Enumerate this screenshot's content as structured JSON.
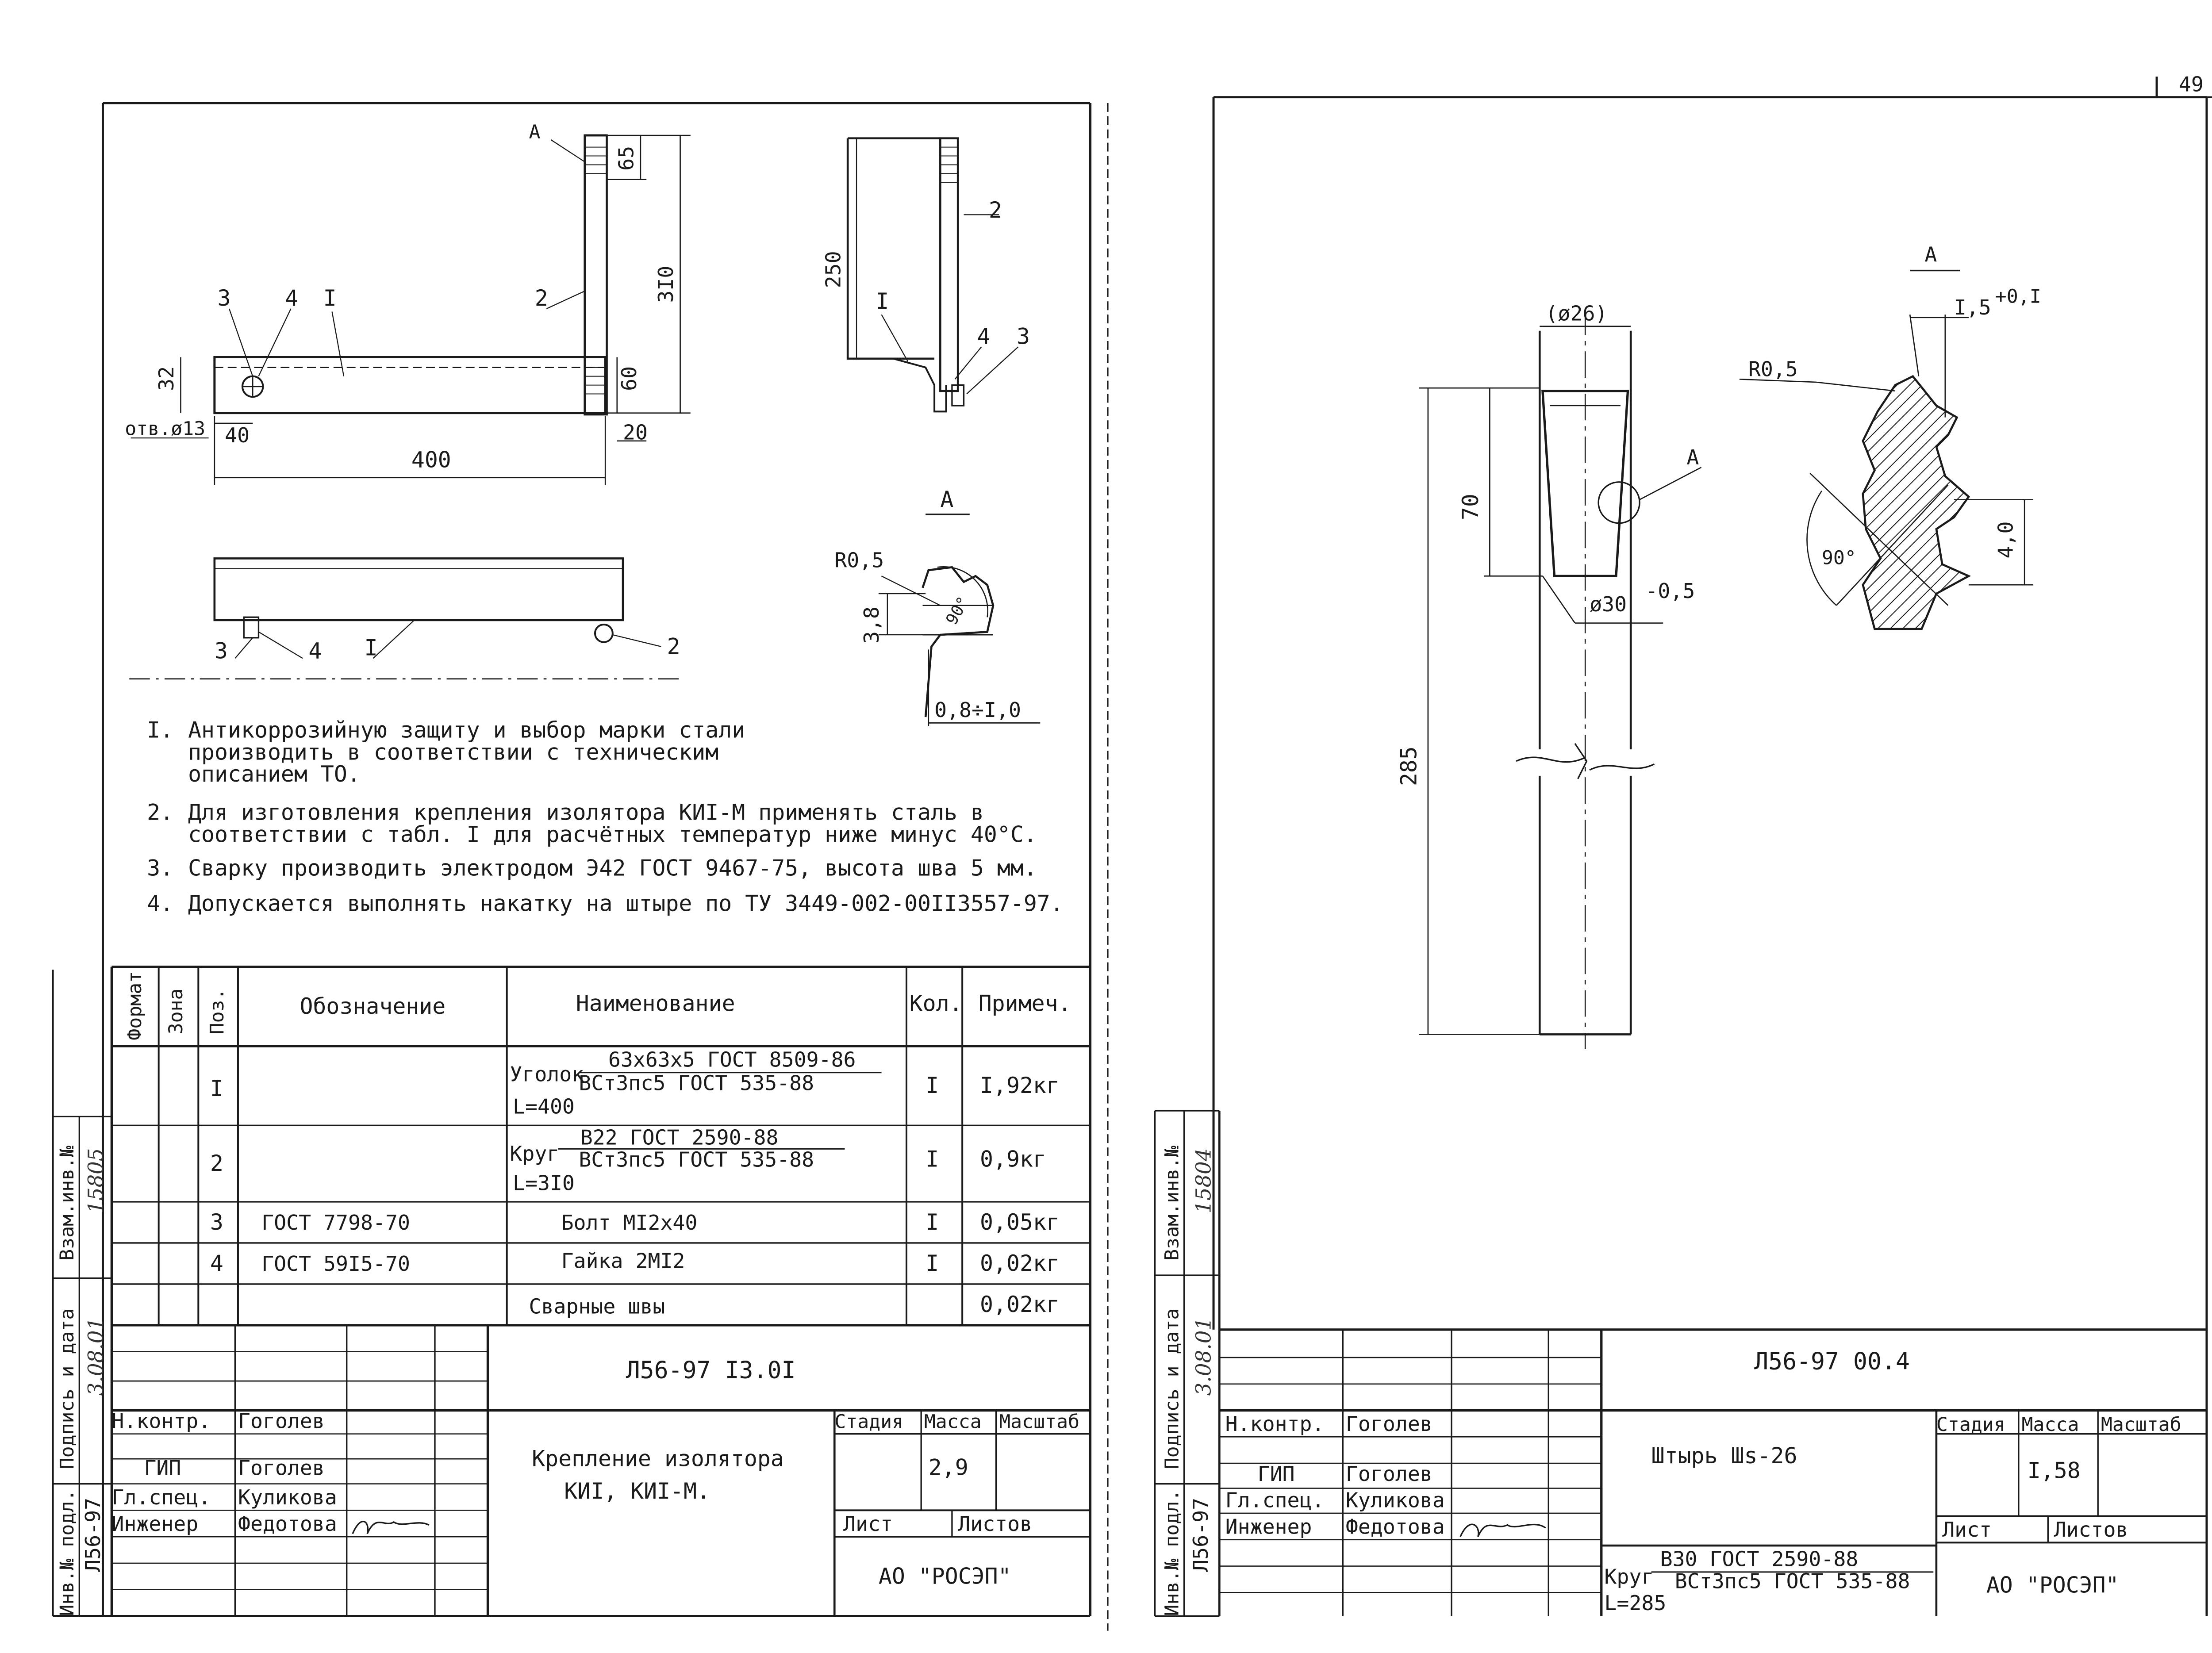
{
  "page_number": "49",
  "left_sheet": {
    "drawing": {
      "callouts": {
        "p3": "3",
        "p4": "4",
        "p1": "I",
        "p2": "2",
        "view_a": "A"
      },
      "dims": {
        "d32": "32",
        "d40": "40",
        "d400": "400",
        "d20": "20",
        "d60": "60",
        "d310": "3I0",
        "d65": "65",
        "d250": "250",
        "hole": "отв.ø13",
        "r05": "R0,5",
        "d38": "3,8",
        "ang": "90°",
        "gap": "0,8÷I,0"
      },
      "side_view": {
        "p1": "I",
        "p2": "2",
        "p3": "3",
        "p4": "4"
      },
      "bottom_view": {
        "p1": "I",
        "p2": "2",
        "p3": "3",
        "p4": "4"
      }
    },
    "notes": [
      [
        "I.",
        "Антикоррозийную защиту и выбор марки стали",
        "производить в соответствии с техническим",
        "описанием ТО."
      ],
      [
        "2.",
        "Для изготовления крепления изолятора КИI-М применять сталь в",
        "соответствии с табл. I для расчётных температур ниже минус 40°С."
      ],
      [
        "3.",
        "Сварку производить электродом Э42 ГОСТ 9467-75, высота шва 5 мм."
      ],
      [
        "4.",
        "Допускается выполнять накатку на штыре по ТУ 3449-002-00II3557-97."
      ]
    ],
    "spec_table": {
      "headers": {
        "format": "Формат",
        "zone": "Зона",
        "pos": "Поз.",
        "designation": "Обозначение",
        "name": "Наименование",
        "qty": "Кол.",
        "note": "Примеч."
      },
      "rows": [
        {
          "pos": "I",
          "designation": "",
          "name_prefix": "Уголок",
          "name_top": "63х63х5 ГОСТ 8509-86",
          "name_bottom": "ВСт3пс5 ГОСТ 535-88",
          "name_len": "L=400",
          "qty": "I",
          "note": "I,92кг"
        },
        {
          "pos": "2",
          "designation": "",
          "name_prefix": "Круг",
          "name_top": "В22 ГОСТ 2590-88",
          "name_bottom": "ВСт3пс5 ГОСТ 535-88",
          "name_len": "L=3I0",
          "qty": "I",
          "note": "0,9кг"
        },
        {
          "pos": "3",
          "designation": "ГОСТ 7798-70",
          "name_prefix": "Болт МI2х40",
          "name_top": "",
          "name_bottom": "",
          "name_len": "",
          "qty": "I",
          "note": "0,05кг"
        },
        {
          "pos": "4",
          "designation": "ГОСТ 59I5-70",
          "name_prefix": "Гайка 2МI2",
          "name_top": "",
          "name_bottom": "",
          "name_len": "",
          "qty": "I",
          "note": "0,02кг"
        },
        {
          "pos": "",
          "designation": "",
          "name_prefix": "Сварные швы",
          "name_top": "",
          "name_bottom": "",
          "name_len": "",
          "qty": "",
          "note": "0,02кг"
        }
      ]
    },
    "title_block": {
      "doc_code": "Л56-97 I3.0I",
      "title_l1": "Крепление изолятора",
      "title_l2": "КИI, КИI-М.",
      "stage_label": "Стадия",
      "mass_label": "Масса",
      "scale_label": "Масштаб",
      "mass": "2,9",
      "sheet_label": "Лист",
      "sheets_label": "Листов",
      "org": "АО \"РОСЭП\"",
      "roles": [
        {
          "role": "Н.контр.",
          "name": "Гоголев"
        },
        {
          "role": "ГИП",
          "name": "Гоголев"
        },
        {
          "role": "Гл.спец.",
          "name": "Куликова"
        },
        {
          "role": "Инженер",
          "name": "Федотова"
        }
      ]
    },
    "side_stamp": {
      "inv_label": "Инв.№ подл.",
      "sign_label": "Подпись и дата",
      "vzam_label": "Взам.инв.№",
      "inv_value": "Л56-97",
      "date_value": "3.08.01",
      "vzam_value": "15805"
    }
  },
  "right_sheet": {
    "drawing": {
      "d26": "(ø26)",
      "d70": "70",
      "d285": "285",
      "d30": "ø30",
      "tol": "-0,5",
      "callout_a": "A",
      "view_title": "A",
      "tol2": "I,5",
      "tol2_sup": "+0,I",
      "r05": "R0,5",
      "d40": "4,0",
      "ang": "90°"
    },
    "title_block": {
      "doc_code": "Л56-97 00.4",
      "title": "Штырь Шs-26",
      "stage_label": "Стадия",
      "mass_label": "Масса",
      "scale_label": "Масштаб",
      "mass": "I,58",
      "sheet_label": "Лист",
      "sheets_label": "Листов",
      "org": "АО \"РОСЭП\"",
      "material_prefix": "Круг",
      "material_top": "В30 ГОСТ 2590-88",
      "material_bottom": "ВСт3пс5 ГОСТ 535-88",
      "material_len": "L=285",
      "roles": [
        {
          "role": "Н.контр.",
          "name": "Гоголев"
        },
        {
          "role": "ГИП",
          "name": "Гоголев"
        },
        {
          "role": "Гл.спец.",
          "name": "Куликова"
        },
        {
          "role": "Инженер",
          "name": "Федотова"
        }
      ]
    },
    "side_stamp": {
      "inv_label": "Инв.№ подл.",
      "sign_label": "Подпись и дата",
      "vzam_label": "Взам.инв.№",
      "inv_value": "Л56-97",
      "date_value": "3.08.01",
      "vzam_value": "15804"
    }
  }
}
